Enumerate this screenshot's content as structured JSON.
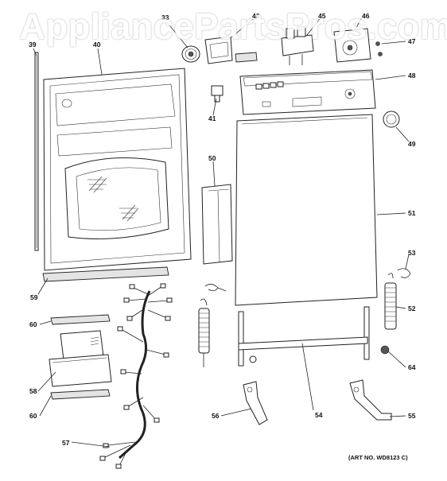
{
  "watermark": "AppliancePartsPros.com",
  "art_number": "(ART NO. WD8123 C)",
  "callouts": [
    "33",
    "43",
    "45",
    "46",
    "47",
    "39",
    "40",
    "48",
    "41",
    "49",
    "50",
    "51",
    "53",
    "52",
    "59",
    "60",
    "58",
    "60",
    "64",
    "56",
    "54",
    "55",
    "57"
  ]
}
